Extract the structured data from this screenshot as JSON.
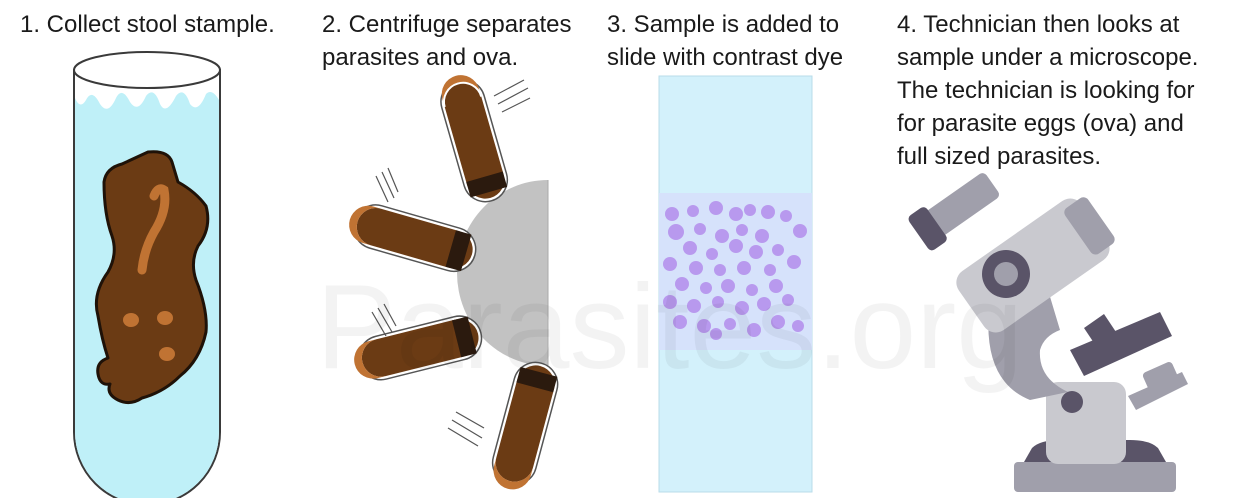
{
  "steps": [
    {
      "caption_lines": [
        "1. Collect stool stample."
      ]
    },
    {
      "caption_lines": [
        "2. Centrifuge separates",
        "parasites and ova."
      ]
    },
    {
      "caption_lines": [
        "3. Sample is added to",
        "slide with contrast dye"
      ]
    },
    {
      "caption_lines": [
        "4. Technician then looks at",
        "sample under a microscope.",
        "The technician is looking for",
        "for parasite eggs (ova) and",
        "full sized parasites."
      ]
    }
  ],
  "watermark": "Parasites.org",
  "colors": {
    "liquid": "#bff0f8",
    "stool": "#6b3b14",
    "stool_spot": "#c07333",
    "tube_dark": "#2b1a0e",
    "rotor": "#c2c2c2",
    "slide": "#d3f1fb",
    "slide_band": "#d6e2fb",
    "dye_dots": "#b899ee",
    "microscope_light": "#c9c9cf",
    "microscope_mid": "#a09fab",
    "microscope_dark": "#5a5468"
  },
  "icons": [
    "test-tube-icon",
    "centrifuge-icon",
    "microscope-slide-icon",
    "microscope-icon"
  ]
}
